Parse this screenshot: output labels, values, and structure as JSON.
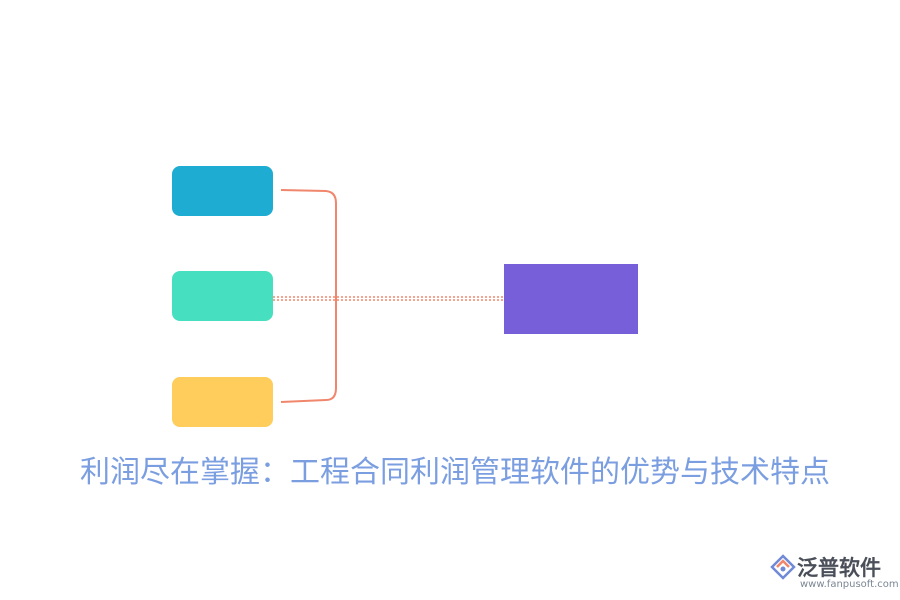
{
  "title": "利润尽在掌握：工程合同利润管理软件的优势与技术特点",
  "colors": {
    "title": "#7b9ee0",
    "box_blue": "#1eacd3",
    "box_green": "#46dfc0",
    "box_yellow": "#fecd5c",
    "box_purple": "#775fd9",
    "bracket_line": "#f0866c",
    "dotted_line": "#f0866c"
  },
  "brand": {
    "name": "泛普软件",
    "url": "www.fanpusoft.com",
    "logo_icon": "fanpu-logo-icon"
  }
}
